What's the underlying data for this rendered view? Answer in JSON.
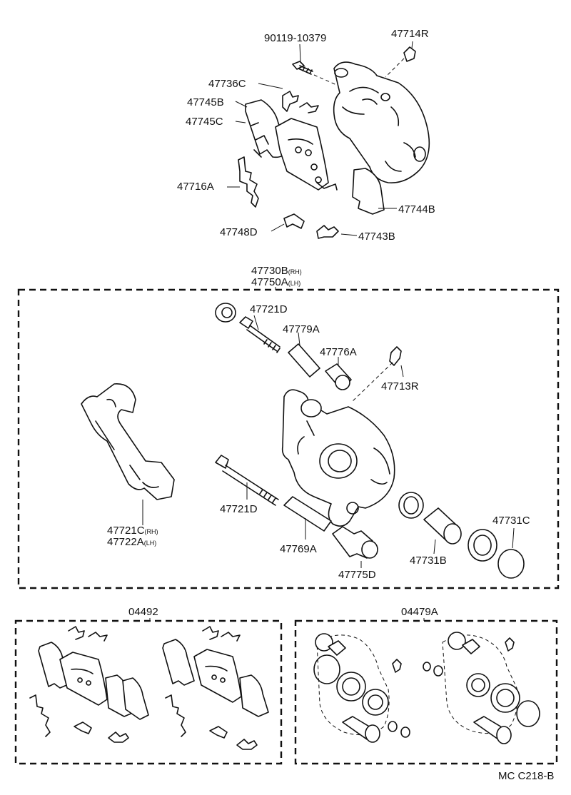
{
  "labels": {
    "bolt_90119": "90119-10379",
    "bleeder_cap_top": "47714R",
    "clip_47736c": "47736C",
    "shim_47745b": "47745B",
    "shim_47745c": "47745C",
    "spring_47716a": "47716A",
    "indicator_47744b": "47744B",
    "clip_47748d": "47748D",
    "clip_47743b": "47743B",
    "assy_rh": "47730B",
    "assy_lh": "47750A",
    "pin_top_47721d": "47721D",
    "bushing_47779a": "47779A",
    "boot_47776a": "47776A",
    "bleeder_47713r": "47713R",
    "bracket_rh": "47721C",
    "bracket_lh": "47722A",
    "pin_bottom_47721d": "47721D",
    "bushing_47769a": "47769A",
    "boot_47775d": "47775D",
    "piston_47731b": "47731B",
    "seal_47731c": "47731C",
    "kit_04492": "04492",
    "kit_04479a": "04479A",
    "ref_code": "MC C218-B"
  },
  "suffix": {
    "rh": "(RH)",
    "lh": "(LH)"
  }
}
